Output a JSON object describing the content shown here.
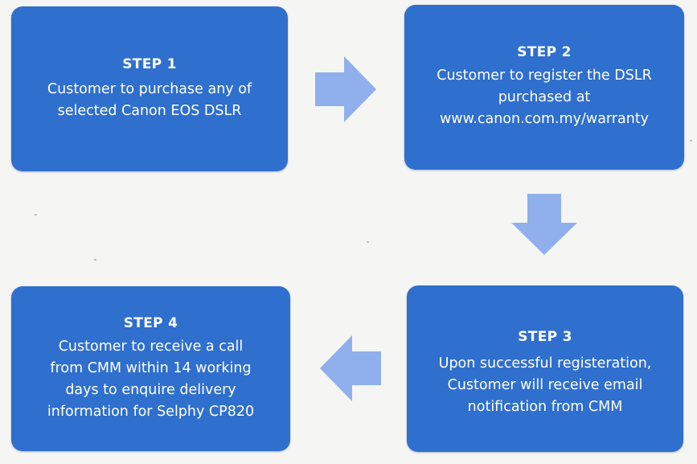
{
  "steps": [
    {
      "title": "STEP 1",
      "text": "Customer to purchase any of\nselected Canon EOS DSLR"
    },
    {
      "title": "STEP 2",
      "text": "Customer to register the DSLR\npurchased at\nwww.canon.com.my/warranty"
    },
    {
      "title": "STEP 3",
      "text": "Upon successful registeration,\nCustomer will receive email\nnotification from CMM"
    },
    {
      "title": "STEP 4",
      "text": "Customer to receive a call\nfrom CMM within 14 working\ndays to enquire delivery\ninformation for Selphy CP820"
    }
  ],
  "colors": {
    "box": "#2f6fce",
    "arrow": "#8fb0ec",
    "background": "#f5f5f3"
  }
}
